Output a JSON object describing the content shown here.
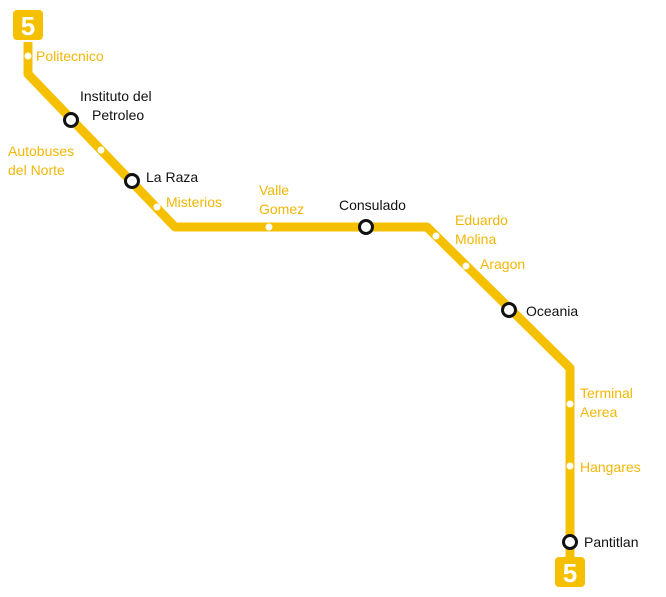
{
  "line": {
    "number": "5",
    "color": "#f5c000",
    "label_color": "#f2b705",
    "transfer_color": "#111111"
  },
  "stations": [
    {
      "name": "Politecnico",
      "type": "local"
    },
    {
      "name": "Instituto del Petroleo",
      "type": "transfer"
    },
    {
      "name": "Autobuses del Norte",
      "type": "local"
    },
    {
      "name": "La Raza",
      "type": "transfer"
    },
    {
      "name": "Misterios",
      "type": "local"
    },
    {
      "name": "Valle Gomez",
      "type": "local"
    },
    {
      "name": "Consulado",
      "type": "transfer"
    },
    {
      "name": "Eduardo Molina",
      "type": "local"
    },
    {
      "name": "Aragon",
      "type": "local"
    },
    {
      "name": "Oceania",
      "type": "transfer"
    },
    {
      "name": "Terminal Aerea",
      "type": "local"
    },
    {
      "name": "Hangares",
      "type": "local"
    },
    {
      "name": "Pantitlan",
      "type": "transfer"
    }
  ]
}
